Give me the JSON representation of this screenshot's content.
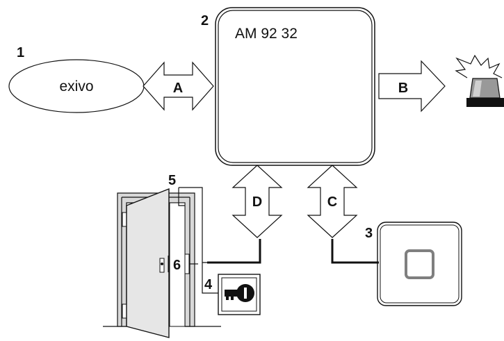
{
  "components": {
    "exivo": {
      "number": "1",
      "label": "exivo"
    },
    "module": {
      "number": "2",
      "title": "AM 92 32"
    },
    "reader": {
      "number": "3"
    },
    "key_switch": {
      "number": "4"
    },
    "door_contact": {
      "number": "5"
    },
    "door_lock": {
      "number": "6"
    }
  },
  "connections": {
    "a": {
      "label": "A"
    },
    "b": {
      "label": "B"
    },
    "c": {
      "label": "C"
    },
    "d": {
      "label": "D"
    }
  },
  "icons": {
    "alarm": "alarm-beacon-icon",
    "key": "key-icon",
    "door": "door-icon",
    "reader": "reader-icon"
  },
  "colors": {
    "line": "#111111",
    "door_fill": "#e6e6e6",
    "reader_square": "#7f7f7f",
    "beacon_body": "#999999"
  }
}
